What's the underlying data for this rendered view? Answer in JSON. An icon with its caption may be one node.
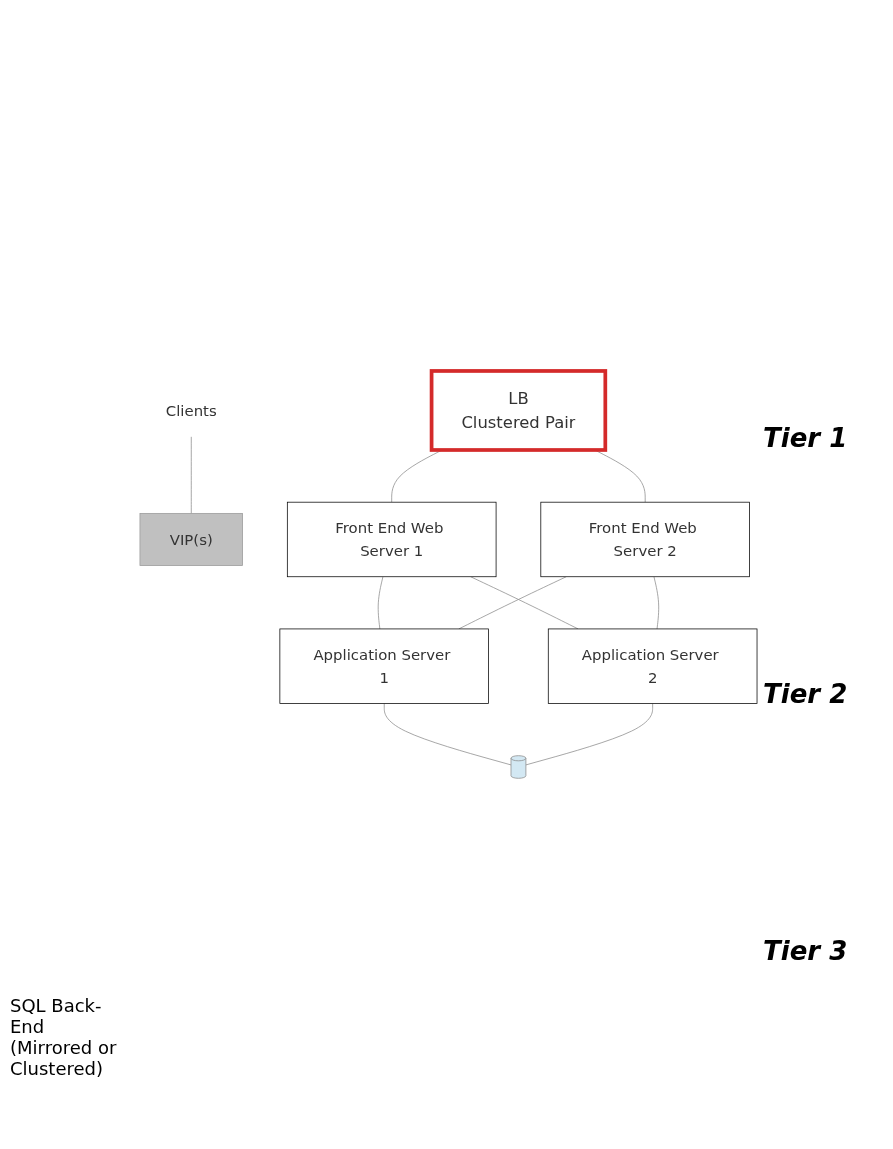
{
  "diagram": {
    "nodes": [
      {
        "text": [
          "Clients"
        ]
      },
      {
        "text": [
          "VIP(s)"
        ]
      },
      {
        "text": [
          "LB",
          "Clustered Pair"
        ]
      },
      {
        "text": [
          "Front End Web Server 1"
        ]
      },
      {
        "text": [
          "Front End Web Server 2"
        ]
      },
      {
        "text": [
          "Application Server 1"
        ]
      },
      {
        "text": [
          "Application Server 2"
        ]
      },
      {
        "text": [],
        "shape": "cylinder"
      }
    ],
    "edges": [
      {
        "from": 0,
        "to": 1,
        "arrow": "none"
      },
      {
        "from": 2,
        "to": 3,
        "arrow": "none"
      },
      {
        "from": 2,
        "to": 4,
        "arrow": "none"
      },
      {
        "from": 3,
        "to": 5,
        "arrow": "none"
      },
      {
        "from": 3,
        "to": 6,
        "arrow": "none"
      },
      {
        "from": 4,
        "to": 5,
        "arrow": "none"
      },
      {
        "from": 4,
        "to": 6,
        "arrow": "none"
      },
      {
        "from": 5,
        "to": 7,
        "arrow": "none"
      },
      {
        "from": 6,
        "to": 7,
        "arrow": "none"
      }
    ],
    "labels": [
      "Tier 1",
      "Tier 2",
      "SQL Back-End (Mirrored or Clustered)",
      "Tier 3"
    ]
  }
}
